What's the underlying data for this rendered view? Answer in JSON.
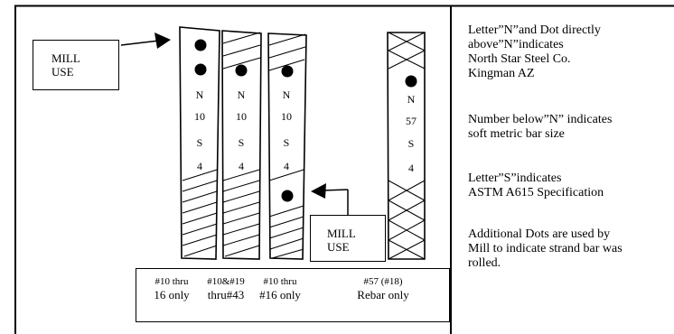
{
  "callout_top": [
    "MILL",
    "USE"
  ],
  "callout_bottom": [
    "MILL",
    "USE"
  ],
  "bars": [
    {
      "marks": [],
      "size": "",
      "spec": "",
      "grade": ""
    },
    {
      "marks": [
        "N",
        "10",
        "S",
        "4"
      ]
    },
    {
      "marks": [
        "N",
        "10",
        "S",
        "4"
      ]
    },
    {
      "marks": [
        "N",
        "57",
        "S",
        "4"
      ]
    }
  ],
  "bar1_marks": [
    "N",
    "10",
    "S",
    "4"
  ],
  "captions": [
    {
      "line1": "#10 thru",
      "line2": "16 only"
    },
    {
      "line1": "#10&#19",
      "line2": "thru#43"
    },
    {
      "line1": "#10 thru",
      "line2": "#16 only"
    },
    {
      "line1": "#57 (#18)",
      "line2": "Rebar only"
    }
  ],
  "notes": {
    "producer": [
      "Letter”N”and Dot directly",
      "above”N”indicates",
      "North Star Steel Co.",
      "Kingman AZ"
    ],
    "size": [
      "Number below”N” indicates",
      "soft metric bar size"
    ],
    "spec": [
      "Letter”S”indicates",
      "ASTM A615 Specification"
    ],
    "dots": [
      "Additional Dots are used by",
      "Mill to indicate strand bar was",
      "rolled."
    ]
  },
  "colors": {
    "ink": "#000000",
    "paper": "#ffffff"
  }
}
